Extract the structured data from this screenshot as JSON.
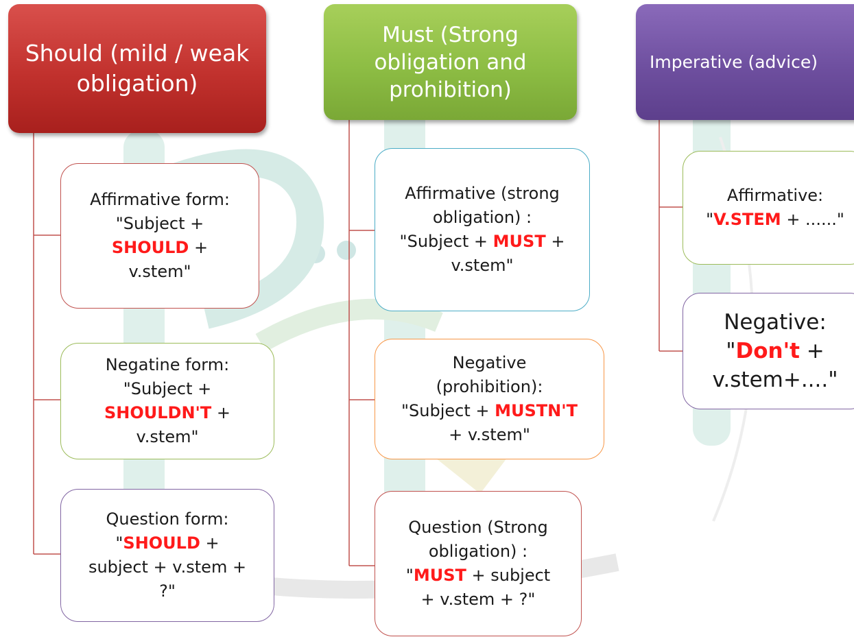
{
  "columns": {
    "should": {
      "title": "Should (mild / weak obligation)",
      "nodes": {
        "affirmative": {
          "l1": "Affirmative form:",
          "l2": "\"Subject +",
          "kw": "SHOULD",
          "l3b": " +",
          "l4": "v.stem\""
        },
        "negative": {
          "l1": "Negatine form:",
          "l2": "\"Subject +",
          "kw": "SHOULDN'T",
          "l3b": " +",
          "l4": "v.stem\""
        },
        "question": {
          "l1": "Question form:",
          "l2a": "\"",
          "kw": "SHOULD",
          "l2b": " +",
          "l3": "subject + v.stem +",
          "l4": "?\""
        }
      }
    },
    "must": {
      "title": "Must (Strong obligation and prohibition)",
      "nodes": {
        "affirmative": {
          "l1": "Affirmative (strong",
          "l2": "obligation) :",
          "l3a": "\"Subject + ",
          "kw": "MUST",
          "l3b": " +",
          "l4": "v.stem\""
        },
        "negative": {
          "l1": "Negative",
          "l2": "(prohibition):",
          "l3a": "\"Subject + ",
          "kw": "MUSTN'T",
          "l4": "+ v.stem\""
        },
        "question": {
          "l1": "Question (Strong",
          "l2": "obligation) :",
          "l3a": "\"",
          "kw": "MUST",
          "l3b": " + subject",
          "l4": "+ v.stem + ?\""
        }
      }
    },
    "imperative": {
      "title": "Imperative (advice)",
      "nodes": {
        "affirmative": {
          "l1": "Affirmative:",
          "l2a": "\"",
          "kw": "V.STEM",
          "l2b": " + ......\""
        },
        "negative": {
          "l1": "Negative:",
          "l2a": "\"",
          "kw": "Don't",
          "l2b": " +",
          "l3": "v.stem+....\""
        }
      }
    }
  },
  "colors": {
    "should": "#c0504d",
    "must": "#9bbb59",
    "imperative": "#8064a2",
    "keyword": "#ff1a1a",
    "connector": "#c0504d"
  }
}
